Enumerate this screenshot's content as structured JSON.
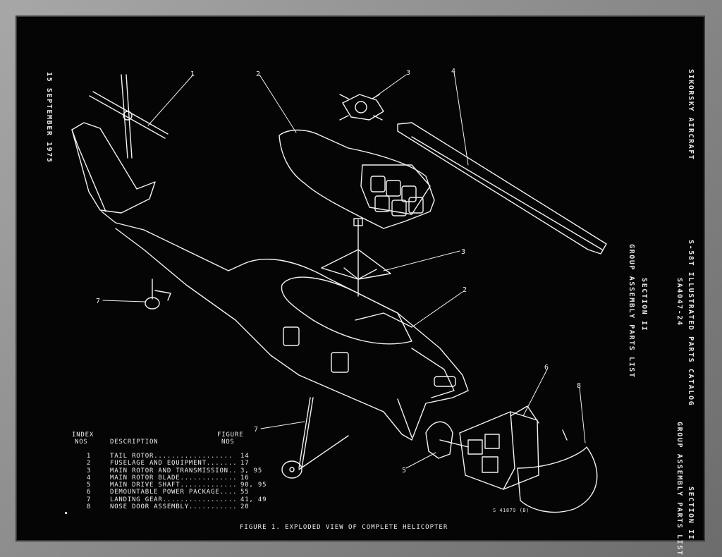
{
  "header": {
    "date": "15 SEPTEMBER 1975",
    "company": "SIKORSKY AIRCRAFT",
    "catalog_title": "S-58T ILLUSTRATED PARTS CATALOG",
    "catalog_number": "SA4047-24",
    "section": "SECTION II",
    "section_title": "GROUP ASSEMBLY PARTS LIST",
    "edge_section": "SECTION II",
    "edge_title": "GROUP ASSEMBLY PARTS LIST"
  },
  "callouts": [
    "1",
    "2",
    "3",
    "4",
    "3",
    "2",
    "7",
    "7",
    "5",
    "6",
    "8"
  ],
  "legend": {
    "index_header_1": "INDEX",
    "index_header_2": "NOS",
    "description_header": "DESCRIPTION",
    "figure_header_1": "FIGURE",
    "figure_header_2": "NOS",
    "rows": [
      {
        "index": "1",
        "description": "TAIL ROTOR..................",
        "figure": "14"
      },
      {
        "index": "2",
        "description": "FUSELAGE AND EQUIPMENT.......",
        "figure": "17"
      },
      {
        "index": "3",
        "description": "MAIN ROTOR AND TRANSMISSION..",
        "figure": "3, 95"
      },
      {
        "index": "4",
        "description": "MAIN ROTOR BLADE.............",
        "figure": "16"
      },
      {
        "index": "5",
        "description": "MAIN DRIVE SHAFT.............",
        "figure": "90, 95"
      },
      {
        "index": "6",
        "description": "DEMOUNTABLE POWER PACKAGE....",
        "figure": "55"
      },
      {
        "index": "7",
        "description": "LANDING GEAR.................",
        "figure": "41, 49"
      },
      {
        "index": "8",
        "description": "NOSE DOOR ASSEMBLY...........",
        "figure": "20"
      }
    ]
  },
  "drawing_number": "S 41879 (B)",
  "caption": "FIGURE 1. EXPLODED VIEW OF COMPLETE HELICOPTER"
}
